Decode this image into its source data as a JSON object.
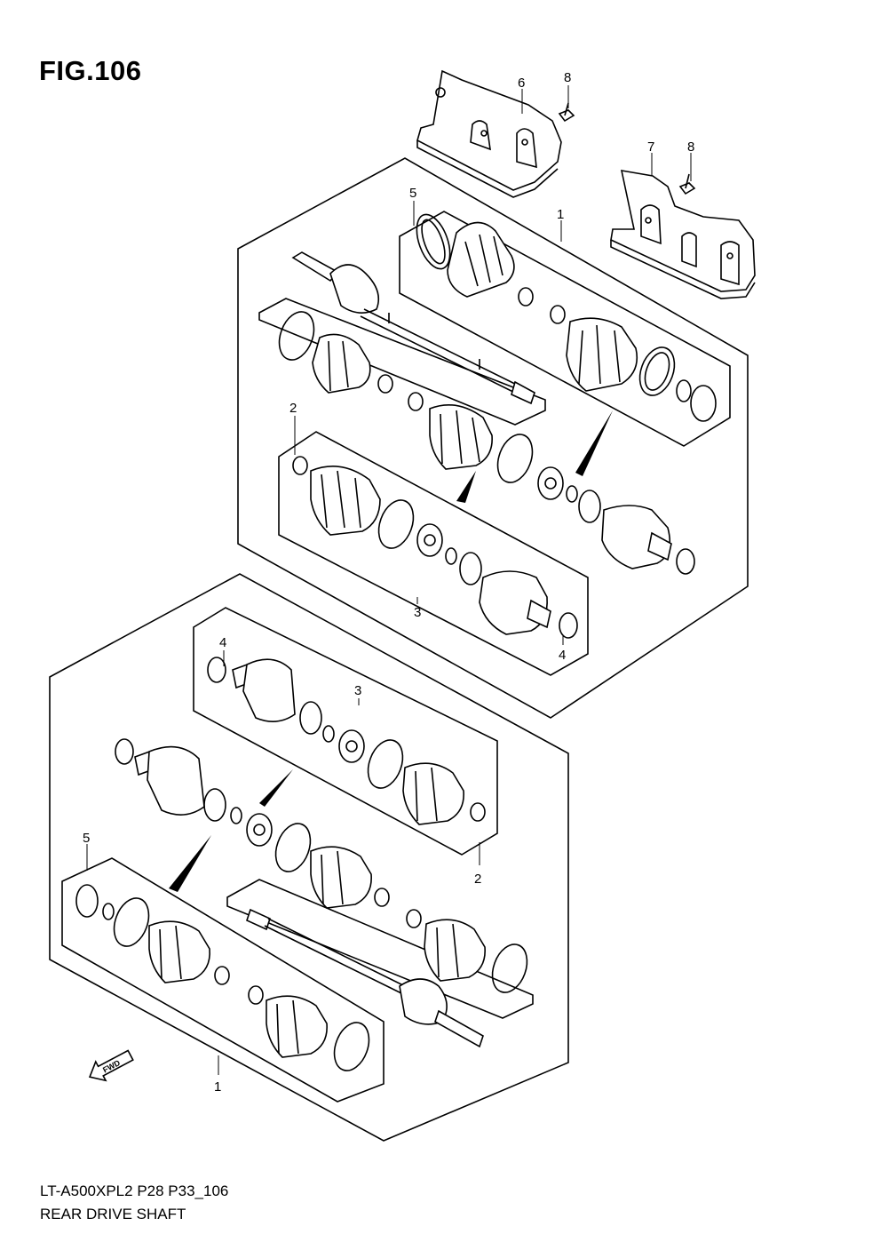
{
  "figure": {
    "title": "FIG.106"
  },
  "footer": {
    "model_code": "LT-A500XPL2 P28 P33_106",
    "diagram_name": "REAR DRIVE SHAFT"
  },
  "direction_label": "FWD",
  "callouts": {
    "c6": "6",
    "c8a": "8",
    "c7": "7",
    "c8b": "8",
    "c5_top": "5",
    "c1_top": "1",
    "c2_top": "2",
    "c3_top": "3",
    "c4_top": "4",
    "c4_bottom": "4",
    "c3_bottom": "3",
    "c2_bottom": "2",
    "c5_bottom": "5",
    "c1_bottom": "1"
  }
}
